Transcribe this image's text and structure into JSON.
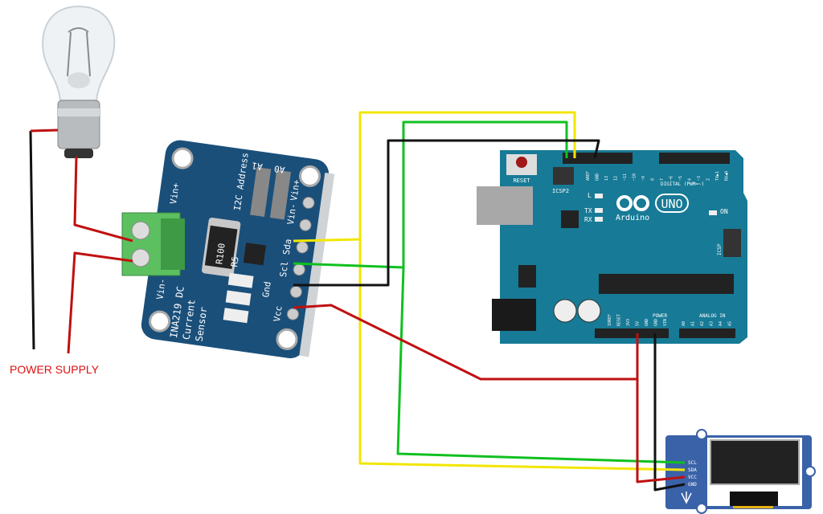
{
  "caption": "POWER SUPPLY",
  "ina219": {
    "title_lines": [
      "INA219 DC",
      "Current",
      "Sensor"
    ],
    "pins": [
      "Vin+",
      "Vin-",
      "Sda",
      "Scl",
      "Gnd",
      "Vcc"
    ],
    "terminal_labels": [
      "Vin+",
      "Vin-"
    ],
    "i2c_label": "I2C Address",
    "addr_labels": [
      "A1",
      "A0"
    ],
    "resistor": "R100",
    "resistor_ref": "R5"
  },
  "arduino": {
    "logo": "Arduino",
    "model": "UNO",
    "reset": "RESET",
    "icsp2": "ICSP2",
    "icsp": "ICSP",
    "digital_label": "DIGITAL (PWM=~)",
    "digital_pins": [
      "AREF",
      "GND",
      "13",
      "12",
      "~11",
      "~10",
      "~9",
      "8",
      "7",
      "~6",
      "~5",
      "4",
      "~3",
      "2",
      "TX▶1",
      "RX◀0"
    ],
    "leds": [
      "L",
      "TX",
      "RX",
      "ON"
    ],
    "power_label": "POWER",
    "power_pins": [
      "IOREF",
      "RESET",
      "3V3",
      "5V",
      "GND",
      "GND",
      "VIN"
    ],
    "analog_label": "ANALOG IN",
    "analog_pins": [
      "A0",
      "A1",
      "A2",
      "A3",
      "A4",
      "A5"
    ]
  },
  "oled": {
    "pins": [
      "SCL",
      "SDA",
      "VCC",
      "GND"
    ]
  },
  "wire_colors": {
    "yellow": "#f2e600",
    "green": "#10c020",
    "black": "#111111",
    "red": "#c01010"
  }
}
